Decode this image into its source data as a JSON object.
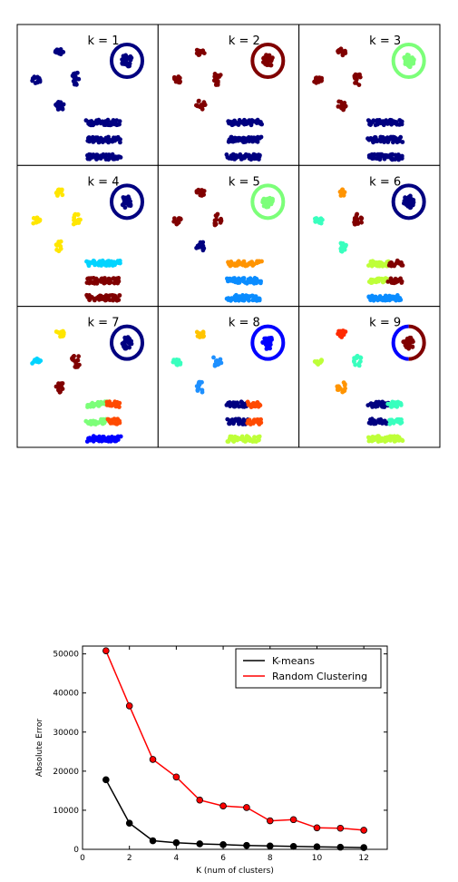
{
  "colors": {
    "navy": "#000080",
    "darkred": "#800000",
    "lightgreen": "#7CFF79",
    "yellow": "#FFE600",
    "cyan": "#00D4FF",
    "orange": "#FF9400",
    "azure": "#0A8CFF",
    "chartreuse": "#BEFF39",
    "aqua": "#39FFBE",
    "blue": "#0000FF",
    "lightblue": "#1E90FF",
    "red": "#FF2A00",
    "redorange": "#FF4A00",
    "gold": "#FFC400",
    "kmeans_line": "#000000",
    "random_line": "#ff0000"
  },
  "chart_data": [
    {
      "type": "scatter",
      "panels": [
        {
          "title": "k = 1",
          "assignments": {
            "ring": "navy",
            "center": "navy",
            "blob1": "navy",
            "blob2": "navy",
            "blob3": "navy",
            "blob4": "navy",
            "bar1": [
              "navy"
            ],
            "bar2": [
              "navy"
            ],
            "bar3": [
              "navy"
            ]
          }
        },
        {
          "title": "k = 2",
          "assignments": {
            "ring": "darkred",
            "center": "darkred",
            "blob1": "darkred",
            "blob2": "darkred",
            "blob3": "darkred",
            "blob4": "darkred",
            "bar1": [
              "navy"
            ],
            "bar2": [
              "navy"
            ],
            "bar3": [
              "navy"
            ]
          }
        },
        {
          "title": "k = 3",
          "assignments": {
            "ring": "lightgreen",
            "center": "lightgreen",
            "blob1": "darkred",
            "blob2": "darkred",
            "blob3": "darkred",
            "blob4": "darkred",
            "bar1": [
              "navy"
            ],
            "bar2": [
              "navy"
            ],
            "bar3": [
              "navy"
            ]
          }
        },
        {
          "title": "k = 4",
          "assignments": {
            "ring": "navy",
            "center": "navy",
            "blob1": "yellow",
            "blob2": "yellow",
            "blob3": "yellow",
            "blob4": "yellow",
            "bar1": [
              "cyan"
            ],
            "bar2": [
              "darkred"
            ],
            "bar3": [
              "darkred"
            ]
          }
        },
        {
          "title": "k = 5",
          "assignments": {
            "ring": "lightgreen",
            "center": "lightgreen",
            "blob1": "darkred",
            "blob2": "darkred",
            "blob3": "darkred",
            "blob4": "navy",
            "bar1": [
              "orange"
            ],
            "bar2": [
              "azure"
            ],
            "bar3": [
              "azure"
            ]
          }
        },
        {
          "title": "k = 6",
          "assignments": {
            "ring": "navy",
            "center": "navy",
            "blob1": "orange",
            "blob2": "aqua",
            "blob3": "darkred",
            "blob4": "aqua",
            "bar1": [
              "chartreuse",
              "darkred"
            ],
            "bar2": [
              "chartreuse",
              "darkred"
            ],
            "bar3": [
              "azure"
            ]
          }
        },
        {
          "title": "k = 7",
          "assignments": {
            "ring": "navy",
            "center": "navy",
            "blob1": "yellow",
            "blob2": "cyan",
            "blob3": "darkred",
            "blob4": "darkred",
            "bar1": [
              "lightgreen",
              "redorange"
            ],
            "bar2": [
              "lightgreen",
              "redorange"
            ],
            "bar3": [
              "blue"
            ]
          }
        },
        {
          "title": "k = 8",
          "assignments": {
            "ring": "blue",
            "center": "blue",
            "blob1": "gold",
            "blob2": "aqua",
            "blob3": "lightblue",
            "blob4": "lightblue",
            "bar1": [
              "navy",
              "redorange"
            ],
            "bar2": [
              "navy",
              "redorange"
            ],
            "bar3": [
              "chartreuse"
            ]
          }
        },
        {
          "title": "k = 9",
          "assignments": {
            "ring": "split",
            "center": "darkred",
            "blob1": "red",
            "blob2": "chartreuse",
            "blob3": "aqua",
            "blob4": "orange",
            "bar1": [
              "navy",
              "aqua"
            ],
            "bar2": [
              "navy",
              "aqua"
            ],
            "bar3": [
              "chartreuse"
            ]
          }
        }
      ]
    },
    {
      "type": "line",
      "xlabel": "K (num of clusters)",
      "ylabel": "Absolute Error",
      "xlim": [
        0,
        13
      ],
      "ylim": [
        0,
        52000
      ],
      "xticks": [
        0,
        2,
        4,
        6,
        8,
        10,
        12
      ],
      "yticks": [
        0,
        10000,
        20000,
        30000,
        40000,
        50000
      ],
      "legend_position": "top-right",
      "x": [
        1,
        2,
        3,
        4,
        5,
        6,
        7,
        8,
        9,
        10,
        11,
        12
      ],
      "series": [
        {
          "name": "K-means",
          "color": "#000000",
          "values": [
            17800,
            6700,
            2200,
            1700,
            1400,
            1200,
            1000,
            850,
            750,
            650,
            550,
            450
          ]
        },
        {
          "name": "Random Clustering",
          "color": "#ff0000",
          "values": [
            50800,
            36700,
            23000,
            18500,
            12600,
            11100,
            10700,
            7300,
            7600,
            5500,
            5400,
            4900
          ]
        }
      ]
    }
  ]
}
